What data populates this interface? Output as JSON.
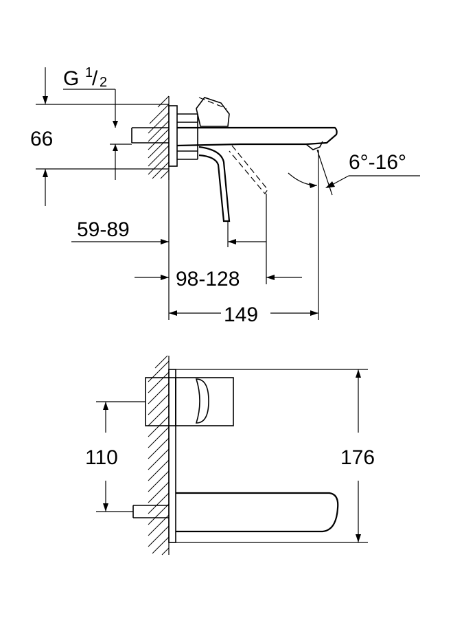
{
  "side_view": {
    "thread_label_main": "G",
    "thread_label_num": "1",
    "thread_label_sep": "/",
    "thread_label_den": "2",
    "dim_height": "66",
    "dim_wall_depth": "59-89",
    "dim_lever_reach": "98-128",
    "dim_spout_length": "149",
    "dim_angle": "6°-16°"
  },
  "front_view": {
    "dim_center_distance": "110",
    "dim_total_height": "176"
  }
}
